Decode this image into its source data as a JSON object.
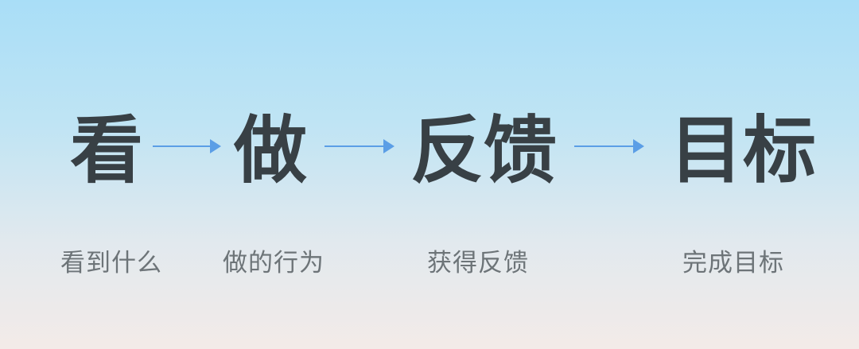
{
  "steps": [
    {
      "title": "看",
      "caption": "看到什么"
    },
    {
      "title": "做",
      "caption": "做的行为"
    },
    {
      "title": "反馈",
      "caption": "获得反馈"
    },
    {
      "title": "目标",
      "caption": "完成目标"
    }
  ],
  "colors": {
    "title": "#384045",
    "caption": "#6d7478",
    "arrow": "#5b9ee6"
  }
}
